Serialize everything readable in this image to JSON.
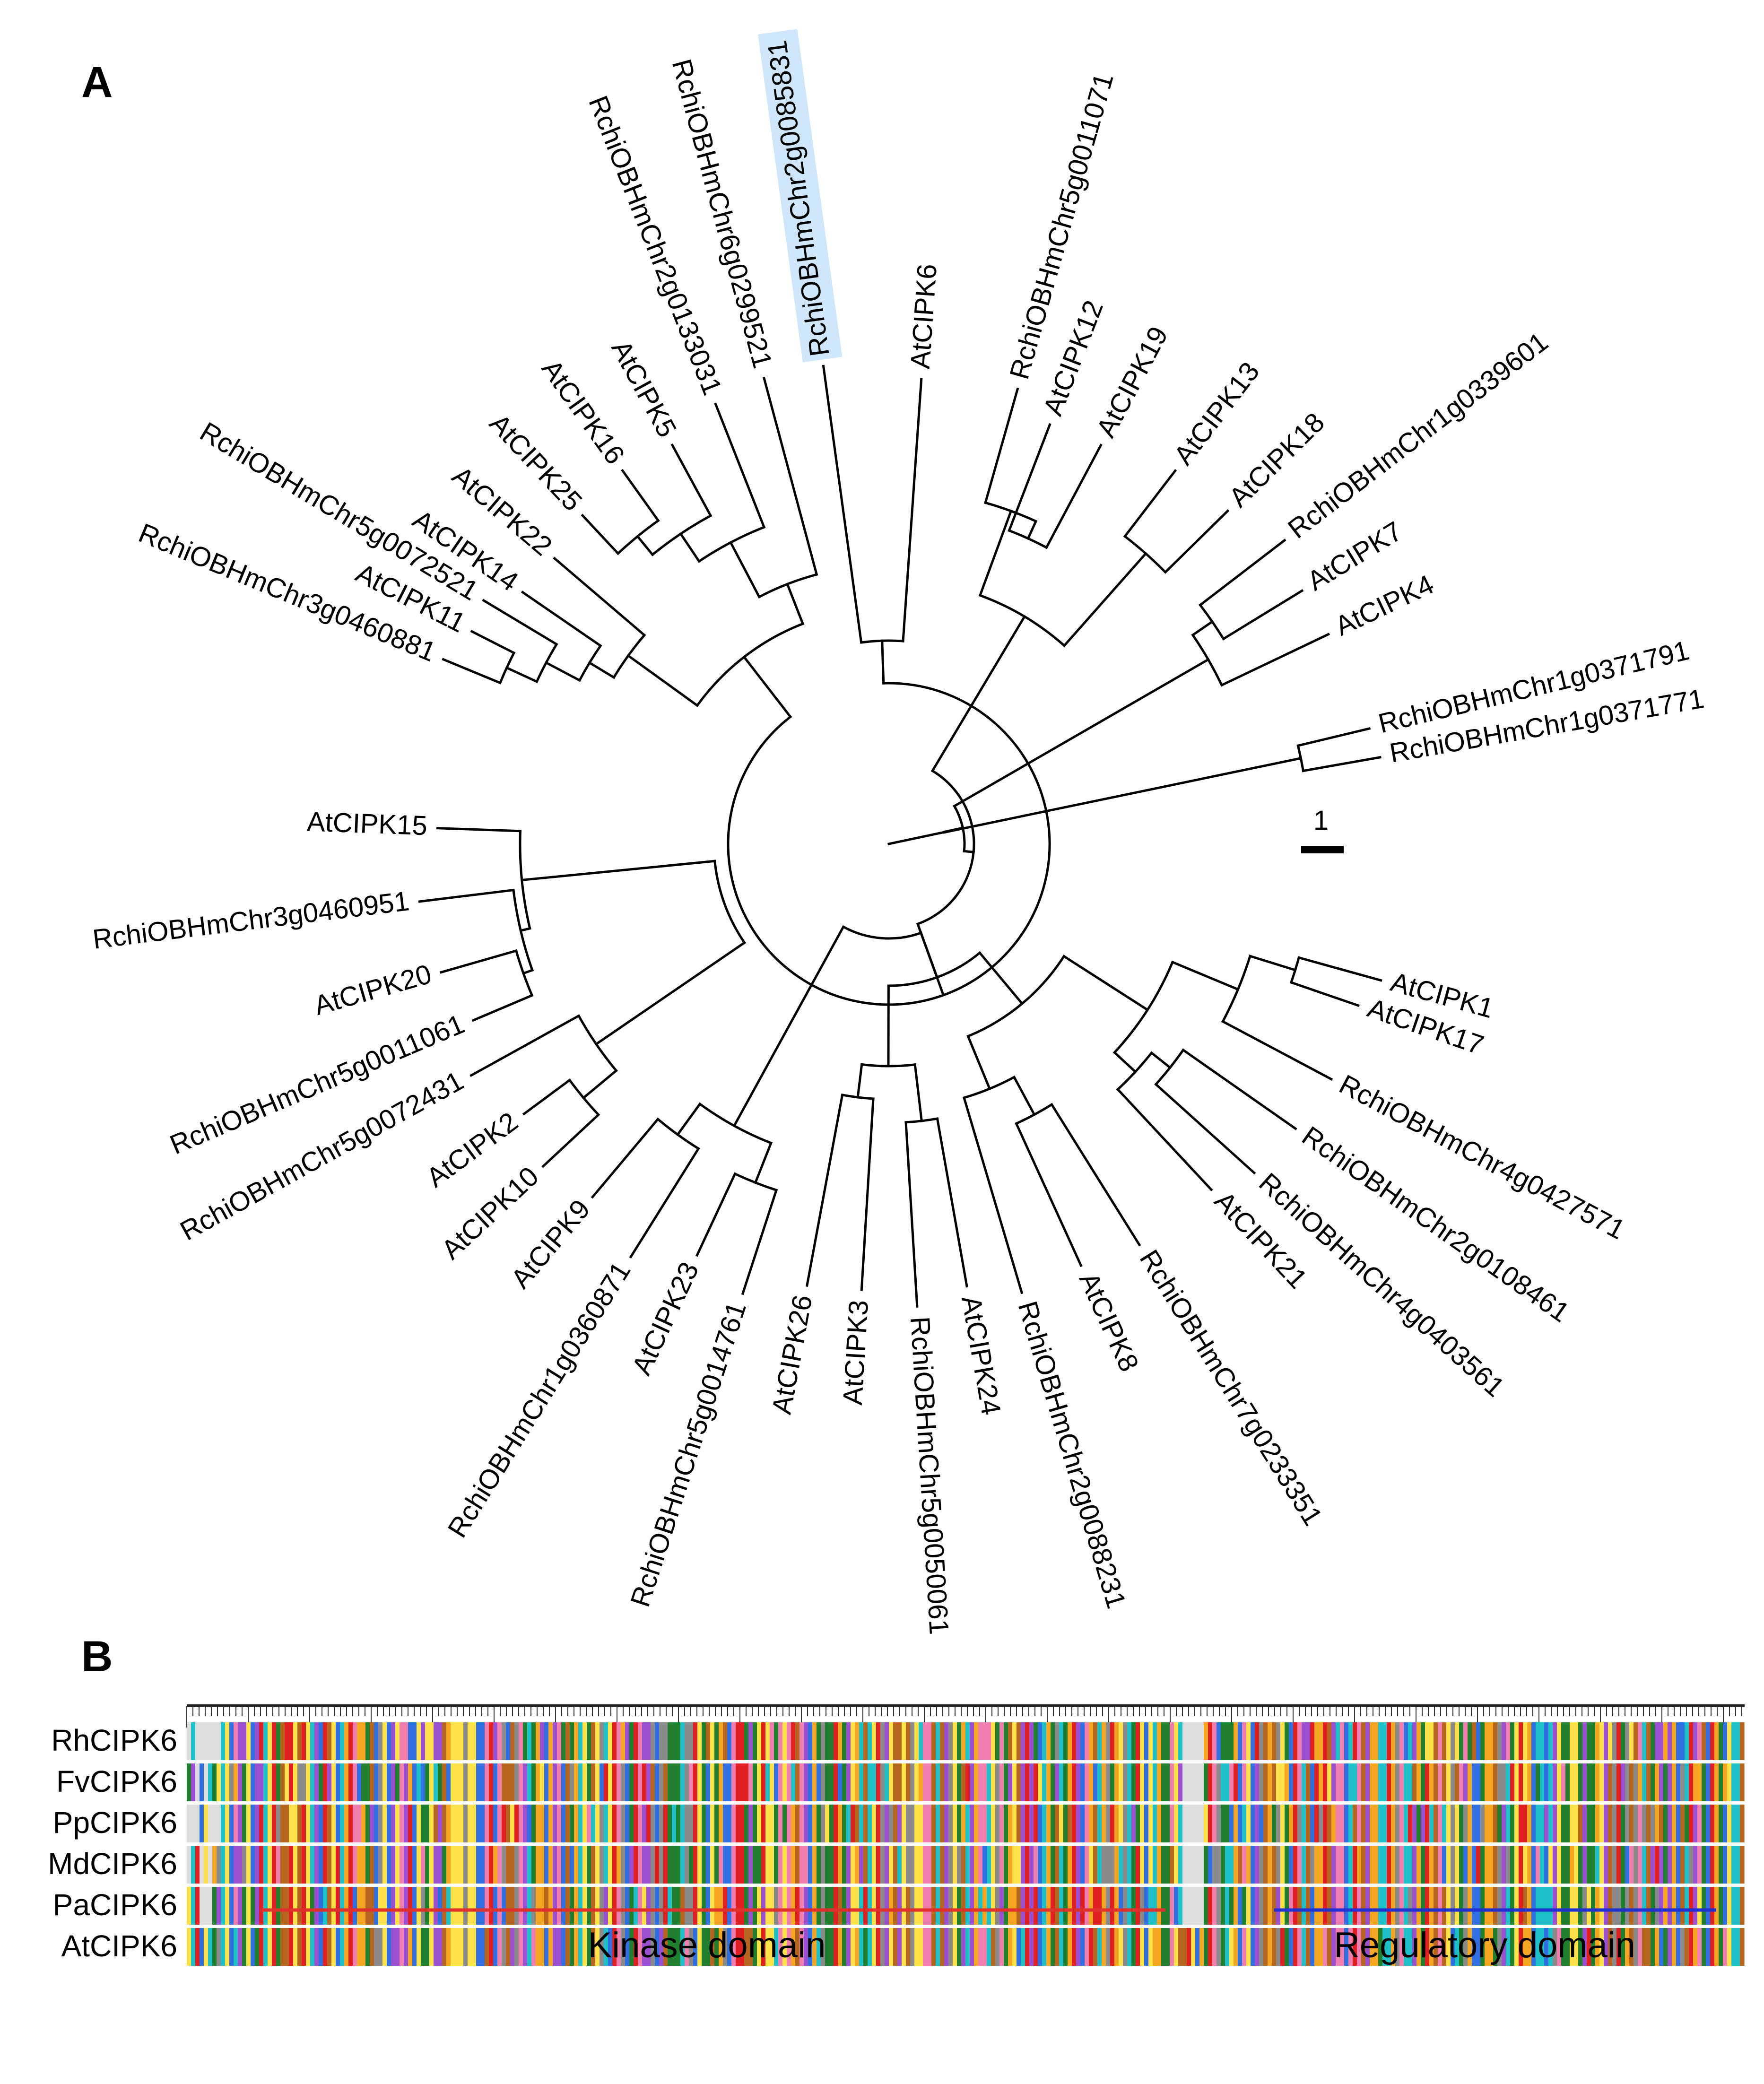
{
  "panels": {
    "a_label": "A",
    "b_label": "B"
  },
  "tree": {
    "scale_bar_label": "1",
    "highlight_color": "#cfe6fb",
    "leaves": [
      {
        "name": "RchiOBHmChr2g0085831",
        "highlighted": true
      },
      {
        "name": "AtCIPK6"
      },
      {
        "name": "RchiOBHmChr5g0011071"
      },
      {
        "name": "AtCIPK12"
      },
      {
        "name": "AtCIPK19"
      },
      {
        "name": "AtCIPK13"
      },
      {
        "name": "AtCIPK18"
      },
      {
        "name": "RchiOBHmChr1g0339601"
      },
      {
        "name": "AtCIPK7"
      },
      {
        "name": "AtCIPK4"
      },
      {
        "name": "RchiOBHmChr1g0371791"
      },
      {
        "name": "RchiOBHmChr1g0371771"
      },
      {
        "name": "AtCIPK1"
      },
      {
        "name": "AtCIPK17"
      },
      {
        "name": "RchiOBHmChr4g0427571"
      },
      {
        "name": "RchiOBHmChr2g0108461"
      },
      {
        "name": "RchiOBHmChr4g0403561"
      },
      {
        "name": "AtCIPK21"
      },
      {
        "name": "RchiOBHmChr7g0233351"
      },
      {
        "name": "AtCIPK8"
      },
      {
        "name": "RchiOBHmChr2g0088231"
      },
      {
        "name": "AtCIPK24"
      },
      {
        "name": "RchiOBHmChr5g0050061"
      },
      {
        "name": "AtCIPK3"
      },
      {
        "name": "AtCIPK26"
      },
      {
        "name": "RchiOBHmChr5g0014761"
      },
      {
        "name": "AtCIPK23"
      },
      {
        "name": "RchiOBHmChr1g0360871"
      },
      {
        "name": "AtCIPK9"
      },
      {
        "name": "AtCIPK10"
      },
      {
        "name": "AtCIPK2"
      },
      {
        "name": "RchiOBHmChr5g0072431"
      },
      {
        "name": "RchiOBHmChr5g0011061"
      },
      {
        "name": "AtCIPK20"
      },
      {
        "name": "RchiOBHmChr3g0460951"
      },
      {
        "name": "AtCIPK15"
      },
      {
        "name": "RchiOBHmChr3g0460881"
      },
      {
        "name": "AtCIPK11"
      },
      {
        "name": "RchiOBHmChr5g0072521"
      },
      {
        "name": "AtCIPK14"
      },
      {
        "name": "AtCIPK22"
      },
      {
        "name": "AtCIPK25"
      },
      {
        "name": "AtCIPK16"
      },
      {
        "name": "AtCIPK5"
      },
      {
        "name": "RchiOBHmChr2g0133031"
      },
      {
        "name": "RchiOBHmChr6g0299521"
      }
    ]
  },
  "alignment": {
    "rows": [
      "RhCIPK6",
      "FvCIPK6",
      "PpCIPK6",
      "MdCIPK6",
      "PaCIPK6",
      "AtCIPK6"
    ],
    "domains": [
      {
        "label": "Kinase domain",
        "color": "#e0302b"
      },
      {
        "label": "Regulatory domain",
        "color": "#1f2fd0"
      }
    ],
    "residue_colors": [
      "#1f7f2f",
      "#e02020",
      "#2f6fe0",
      "#f5a623",
      "#ffe14a",
      "#20c0c8",
      "#9a4fd0",
      "#f07fb0",
      "#8a8a8a",
      "#b5651d",
      "#ffffff"
    ]
  }
}
